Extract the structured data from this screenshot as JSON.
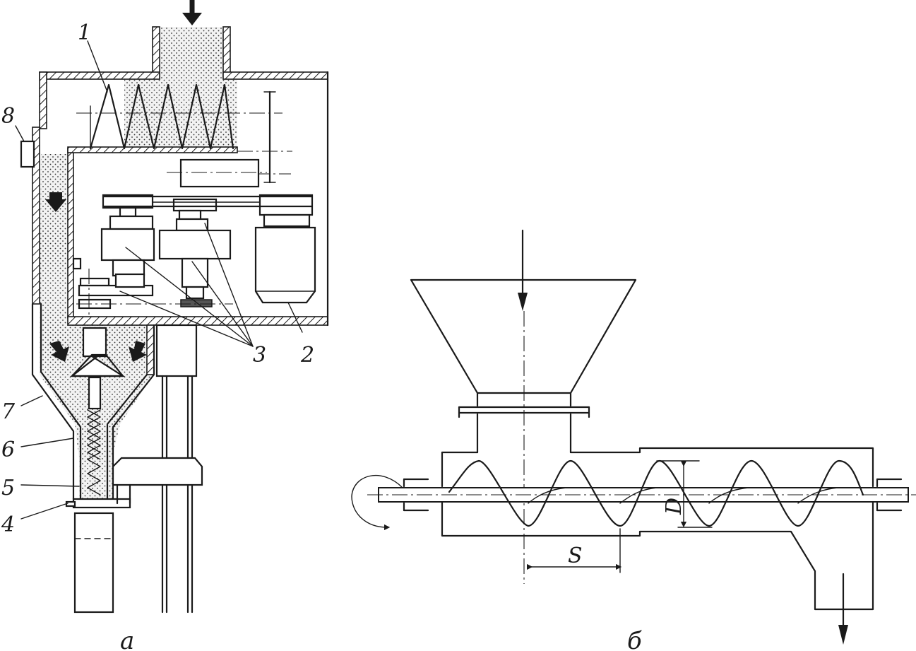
{
  "figure": {
    "panel_a": {
      "caption": "а",
      "callouts": [
        "1",
        "2",
        "3",
        "4",
        "5",
        "6",
        "7",
        "8"
      ]
    },
    "panel_b": {
      "caption": "б",
      "dimension_pitch": "S",
      "dimension_diameter": "D"
    }
  },
  "colors": {
    "ink": "#1a1a1a",
    "background": "#ffffff",
    "product_fill": "dots"
  }
}
